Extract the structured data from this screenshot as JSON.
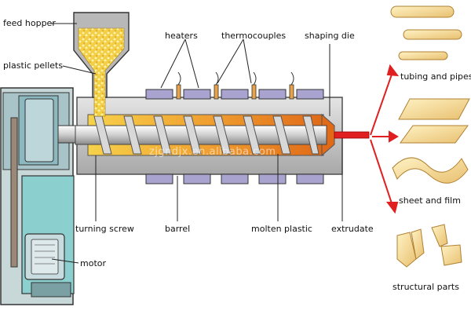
{
  "labels": {
    "feed_hopper": "feed hopper",
    "plastic_pellets": "plastic pellets",
    "heaters": "heaters",
    "thermocouples": "thermocouples",
    "shaping_die": "shaping die",
    "tubing_and_pipes": "tubing and pipes",
    "turning_screw": "turning screw",
    "barrel": "barrel",
    "molten_plastic": "molten plastic",
    "extrudate": "extrudate",
    "sheet_and_film": "sheet and film",
    "motor": "motor",
    "structural_parts": "structural parts"
  },
  "watermark": "zjgndjx.en.alibaba.com",
  "colors": {
    "machine_gray": "#c8c8c8",
    "base_teal": "#8ccfcf",
    "heater_lavender": "#a9a4cf",
    "thermocouple_orange": "#e8a24a",
    "molten_orange": "#e89020",
    "pellet_yellow": "#f5d65a",
    "extrudate_red": "#e02020",
    "product_cream": "#f5dc9a"
  }
}
